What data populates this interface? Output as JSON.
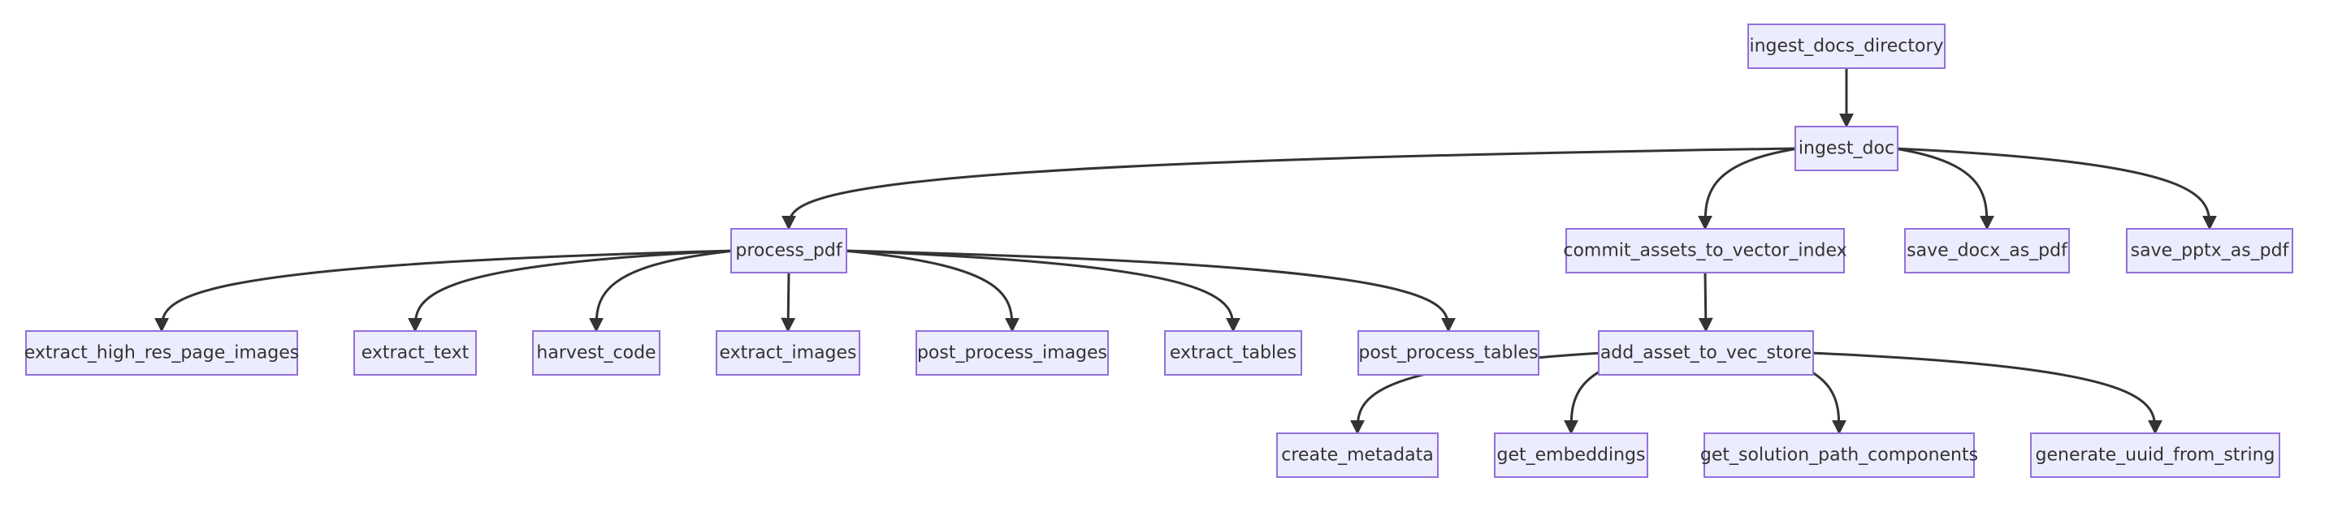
{
  "colors": {
    "node_fill": "#ececff",
    "node_stroke": "#9370db",
    "edge": "#333333",
    "text": "#333333",
    "background": "#ffffff"
  },
  "nodes": [
    {
      "id": "ingest_docs_directory",
      "label": "ingest_docs_directory"
    },
    {
      "id": "ingest_doc",
      "label": "ingest_doc"
    },
    {
      "id": "process_pdf",
      "label": "process_pdf"
    },
    {
      "id": "commit_assets_to_vector_index",
      "label": "commit_assets_to_vector_index"
    },
    {
      "id": "save_docx_as_pdf",
      "label": "save_docx_as_pdf"
    },
    {
      "id": "save_pptx_as_pdf",
      "label": "save_pptx_as_pdf"
    },
    {
      "id": "extract_high_res_page_images",
      "label": "extract_high_res_page_images"
    },
    {
      "id": "extract_text",
      "label": "extract_text"
    },
    {
      "id": "harvest_code",
      "label": "harvest_code"
    },
    {
      "id": "extract_images",
      "label": "extract_images"
    },
    {
      "id": "post_process_images",
      "label": "post_process_images"
    },
    {
      "id": "extract_tables",
      "label": "extract_tables"
    },
    {
      "id": "post_process_tables",
      "label": "post_process_tables"
    },
    {
      "id": "add_asset_to_vec_store",
      "label": "add_asset_to_vec_store"
    },
    {
      "id": "create_metadata",
      "label": "create_metadata"
    },
    {
      "id": "get_embeddings",
      "label": "get_embeddings"
    },
    {
      "id": "get_solution_path_components",
      "label": "get_solution_path_components"
    },
    {
      "id": "generate_uuid_from_string",
      "label": "generate_uuid_from_string"
    }
  ],
  "edges": [
    {
      "from": "ingest_docs_directory",
      "to": "ingest_doc"
    },
    {
      "from": "ingest_doc",
      "to": "process_pdf"
    },
    {
      "from": "ingest_doc",
      "to": "commit_assets_to_vector_index"
    },
    {
      "from": "ingest_doc",
      "to": "save_docx_as_pdf"
    },
    {
      "from": "ingest_doc",
      "to": "save_pptx_as_pdf"
    },
    {
      "from": "process_pdf",
      "to": "extract_high_res_page_images"
    },
    {
      "from": "process_pdf",
      "to": "extract_text"
    },
    {
      "from": "process_pdf",
      "to": "harvest_code"
    },
    {
      "from": "process_pdf",
      "to": "extract_images"
    },
    {
      "from": "process_pdf",
      "to": "post_process_images"
    },
    {
      "from": "process_pdf",
      "to": "extract_tables"
    },
    {
      "from": "process_pdf",
      "to": "post_process_tables"
    },
    {
      "from": "commit_assets_to_vector_index",
      "to": "add_asset_to_vec_store"
    },
    {
      "from": "add_asset_to_vec_store",
      "to": "create_metadata"
    },
    {
      "from": "add_asset_to_vec_store",
      "to": "get_embeddings"
    },
    {
      "from": "add_asset_to_vec_store",
      "to": "get_solution_path_components"
    },
    {
      "from": "add_asset_to_vec_store",
      "to": "generate_uuid_from_string"
    }
  ]
}
